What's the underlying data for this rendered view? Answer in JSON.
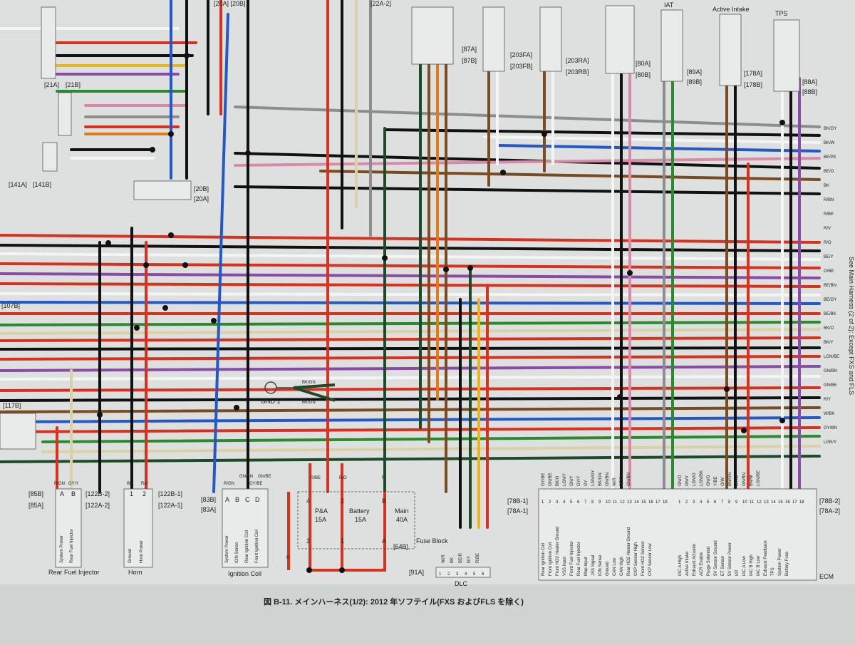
{
  "caption": "図 B-11. メインハーネス(1/2): 2012 年ソフテイル(FXS およびFLS を除く)",
  "top_refs": [
    "[20A] [20B]",
    "[22A-2]",
    "[87A]",
    "[87B]",
    "[203FA]",
    "[203FB]",
    "[203RA]",
    "[203RB]",
    "[80A]",
    "[80B]",
    "[89A]",
    "[89B]",
    "[178A]",
    "[178B]",
    "[88A]",
    "[88B]"
  ],
  "top_headers": [
    "IAT",
    "Active Intake",
    "TPS"
  ],
  "upper_left_refs": [
    "[21A]",
    "[21B]",
    "[141A]",
    "[141B]",
    "[20B]",
    "[20A]",
    "[107B]",
    "[117B]"
  ],
  "ground": "GND 1",
  "ground_wires": [
    "BK/GN",
    "BK/GN"
  ],
  "side_note": "See Main Harness (2 of 2): Except FXS and FLS",
  "connectors": [
    {
      "id": "rear_fuel_injector",
      "refs": [
        "[85B]",
        "[85A]"
      ],
      "pins": [
        "A",
        "B"
      ],
      "wires": [
        "R/GN",
        "GY/Y"
      ],
      "functions": [
        "System Power",
        "Rear Fuel Injector"
      ],
      "title": "Rear Fuel Injector"
    },
    {
      "id": "horn",
      "refs": [
        "[122B-2]",
        "[122B-1]",
        "[122A-2]",
        "[122A-1]"
      ],
      "pins": [
        "1",
        "2"
      ],
      "wires": [
        "BK",
        "R/V"
      ],
      "functions": [
        "Ground",
        "Horn Power"
      ],
      "title": "Horn"
    },
    {
      "id": "ignition_coil",
      "refs": [
        "[83B]",
        "[83A]"
      ],
      "pins": [
        "A",
        "B",
        "C",
        "D"
      ],
      "wires": [
        "R/GN",
        "GN/BN",
        "GY/BE",
        "GN/BE"
      ],
      "functions": [
        "System Power",
        "ION Sense",
        "Rear Ignition Coil",
        "Front Ignition Coil"
      ],
      "title": "Ignition Coil"
    },
    {
      "id": "dlc",
      "refs": [
        "[91A]"
      ],
      "pins": [
        "1",
        "2",
        "3",
        "4",
        "5",
        "6"
      ],
      "wires": [
        "W/R",
        "BK",
        "BE/R",
        "R/Y",
        "R/BE"
      ],
      "title": "DLC"
    }
  ],
  "fuse_block": {
    "title": "Fuse Block",
    "ref": "[64B]",
    "fuses": [
      {
        "name": "P&A",
        "amps": "15A",
        "top_pin": "4",
        "bottom_pin": "3",
        "wire": "R/BE"
      },
      {
        "name": "Battery",
        "amps": "15A",
        "top_pin": "2",
        "bottom_pin": "1",
        "wire": "R/O"
      },
      {
        "name": "Main",
        "amps": "40A",
        "top_pin": "B",
        "bottom_pin": "A",
        "wire": "R"
      }
    ],
    "bottom_wire": "R"
  },
  "ecm": {
    "title": "ECM",
    "refs": [
      "[78B-1]",
      "[78A-1]",
      "[78B-2]",
      "[78A-2]"
    ],
    "pins_left": [
      "1",
      "2",
      "3",
      "4",
      "5",
      "6",
      "7",
      "8",
      "9",
      "10",
      "11",
      "12",
      "13",
      "14",
      "15",
      "16",
      "17",
      "18"
    ],
    "pins_right": [
      "1",
      "2",
      "3",
      "4",
      "5",
      "6",
      "7",
      "8",
      "9",
      "10",
      "11",
      "12",
      "13",
      "14",
      "15",
      "16",
      "17",
      "18"
    ],
    "wires_left": [
      "GY/BE",
      "GN/BE",
      "BK/O",
      "LGN/Y",
      "GN/Y",
      "GY/Y",
      "GY",
      "LGN/GY",
      "BK/GN",
      "GN/BN",
      "W/R",
      "BE/PK",
      "GN/BN"
    ],
    "wires_right": [
      "GN/O",
      "GN/V",
      "LGN/O",
      "LGN/BK",
      "GN/O",
      "Y/BE",
      "O/W",
      "BN/GN",
      "GY/O",
      "GN/BN",
      "BN/W",
      "LGN/BE"
    ],
    "functions_left": [
      "Rear Ignition Coil",
      "Front Ignition Coil",
      "Front HO2 Heater Ground",
      "VSS Input",
      "Front Fuel Injector",
      "Rear Fuel Injector",
      "Map Input",
      "JSS Signal",
      "ION Sense",
      "Ground",
      "CAN Low",
      "CAN High",
      "Rear HO2 Heater Ground",
      "CKP Sensor High",
      "Front HO2 Sensor",
      "CKP Sensor Low"
    ],
    "functions_right": [
      "IAC A High",
      "Active Intake",
      "Exhaust Actuator",
      "ACR Enable",
      "Purge Solenoid",
      "5V Sensor Ground",
      "ET Sensor",
      "5V Sensor Power",
      "IAT",
      "IAC A Low",
      "IAC B High",
      "IAC B Low",
      "Exhaust Feedback",
      "TPS",
      "System Power",
      "Battery Fuse"
    ]
  },
  "right_wires": [
    "BK/GY",
    "BK/W",
    "BE/PK",
    "BE/O",
    "BK",
    "R/BN",
    "R/BE",
    "R/V",
    "R/O",
    "BE/Y",
    "O/BE",
    "BE/BN",
    "BE/GY",
    "BE/BK",
    "BK/O",
    "BK/Y",
    "LGN/BE",
    "GN/BN",
    "GN/BK",
    "R/Y",
    "W/BK",
    "GY/BN",
    "LGN/Y"
  ],
  "colors": {
    "background": "#cfd3d2",
    "red": "#d8321f",
    "black": "#111111",
    "blue": "#2457c8",
    "green": "#2c8a2e",
    "darkgreen": "#1f4a2a",
    "orange": "#e07a1c",
    "yellow": "#e8b81a",
    "brown": "#7a4a20",
    "violet": "#8a4aa8",
    "pink": "#d98aa8",
    "gray": "#8d8d8d",
    "white": "#f4f4f4",
    "tan": "#d9d2a6",
    "lightgreen": "#7ac47a"
  }
}
